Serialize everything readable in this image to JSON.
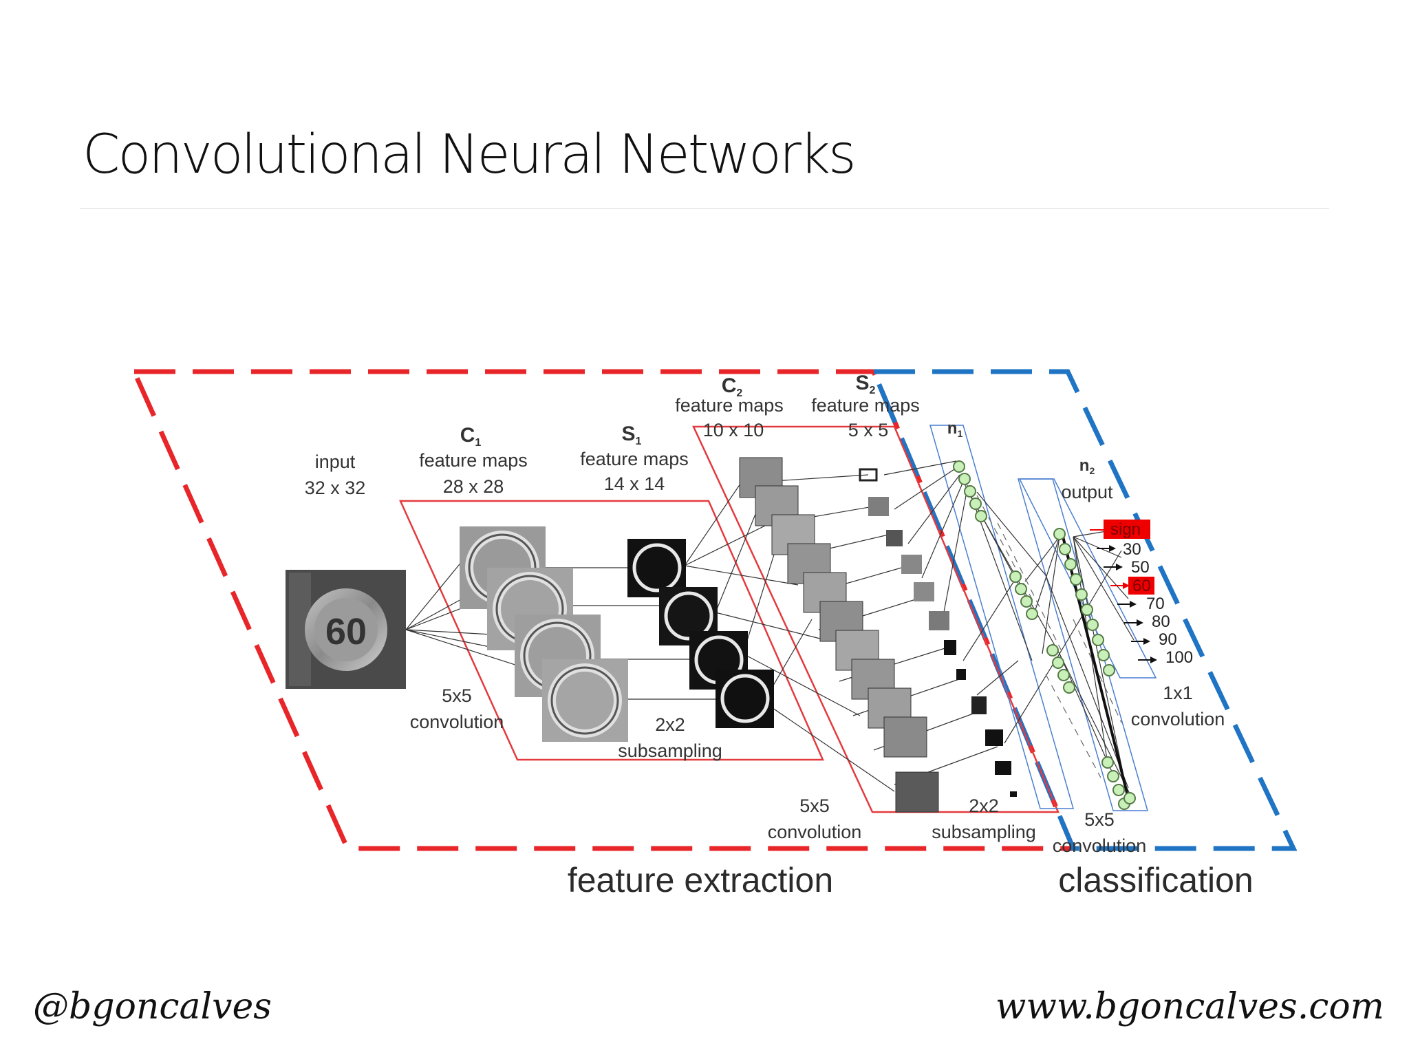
{
  "slide": {
    "title": "Convolutional Neural Networks"
  },
  "footer": {
    "handle": "@bgoncalves",
    "website": "www.bgoncalves.com"
  },
  "colors": {
    "feature_extraction": "#e8262a",
    "classification": "#1f74c4",
    "inner_frame": "#e43a3e",
    "neuron_fill": "#c8f0b8",
    "output_highlight": "#ee0000"
  },
  "diagram": {
    "sections": {
      "feature_extraction": "feature extraction",
      "classification": "classification"
    },
    "input": {
      "label": "input",
      "size": "32 x 32",
      "sign_text": "60"
    },
    "c1": {
      "name": "C",
      "sub": "1",
      "label": "feature maps",
      "size": "28 x 28"
    },
    "s1": {
      "name": "S",
      "sub": "1",
      "label": "feature maps",
      "size": "14 x 14"
    },
    "c2": {
      "name": "C",
      "sub": "2",
      "label": "feature maps",
      "size": "10 x 10"
    },
    "s2": {
      "name": "S",
      "sub": "2",
      "label": "feature maps",
      "size": "5 x 5"
    },
    "n1": {
      "name": "n",
      "sub": "1"
    },
    "n2": {
      "name": "n",
      "sub": "2",
      "label": "output"
    },
    "ops": {
      "conv1": [
        "5x5",
        "convolution"
      ],
      "sub1": [
        "2x2",
        "subsampling"
      ],
      "conv2": [
        "5x5",
        "convolution"
      ],
      "sub2": [
        "2x2",
        "subsampling"
      ],
      "conv3": [
        "5x5",
        "convolution"
      ],
      "conv4": [
        "1x1",
        "convolution"
      ]
    },
    "outputs": [
      "sign",
      "30",
      "50",
      "60",
      "70",
      "80",
      "90",
      "100"
    ],
    "highlighted_outputs": [
      "sign",
      "60"
    ]
  }
}
